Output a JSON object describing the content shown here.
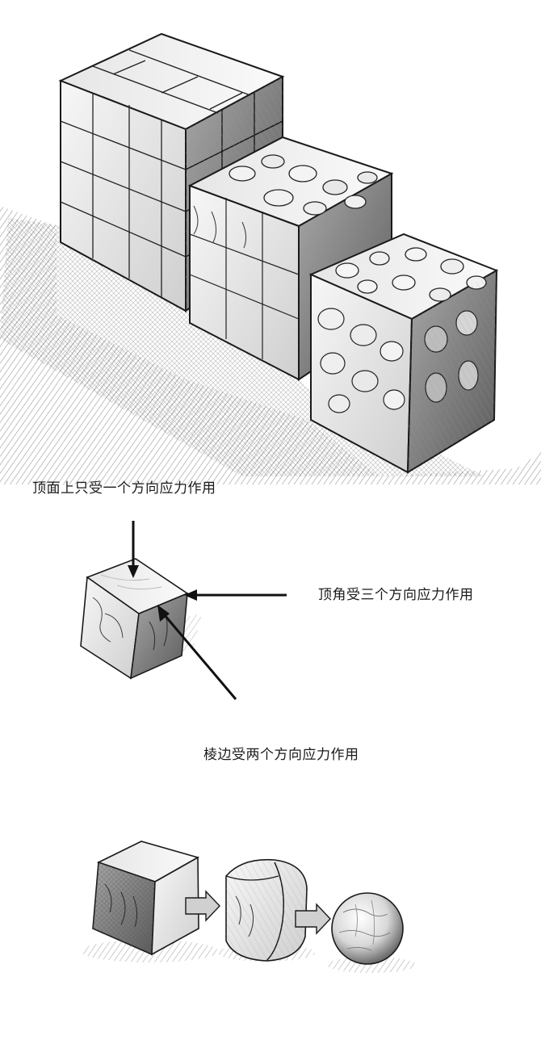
{
  "labels": {
    "top_face": "顶面上只受一个方向应力作用",
    "corner": "顶角受三个方向应力作用",
    "edge": "棱边受两个方向应力作用"
  },
  "colors": {
    "ink": "#1a1a1a",
    "stone_light": "#f2f2f2",
    "stone_mid": "#c9c9c9",
    "stone_dark": "#7a7a7a",
    "arrow_fill": "#d0d0d0"
  },
  "sections": {
    "top": "three-weathering-blocks",
    "middle": "stressed-cube",
    "bottom": "cube-to-sphere-sequence"
  }
}
